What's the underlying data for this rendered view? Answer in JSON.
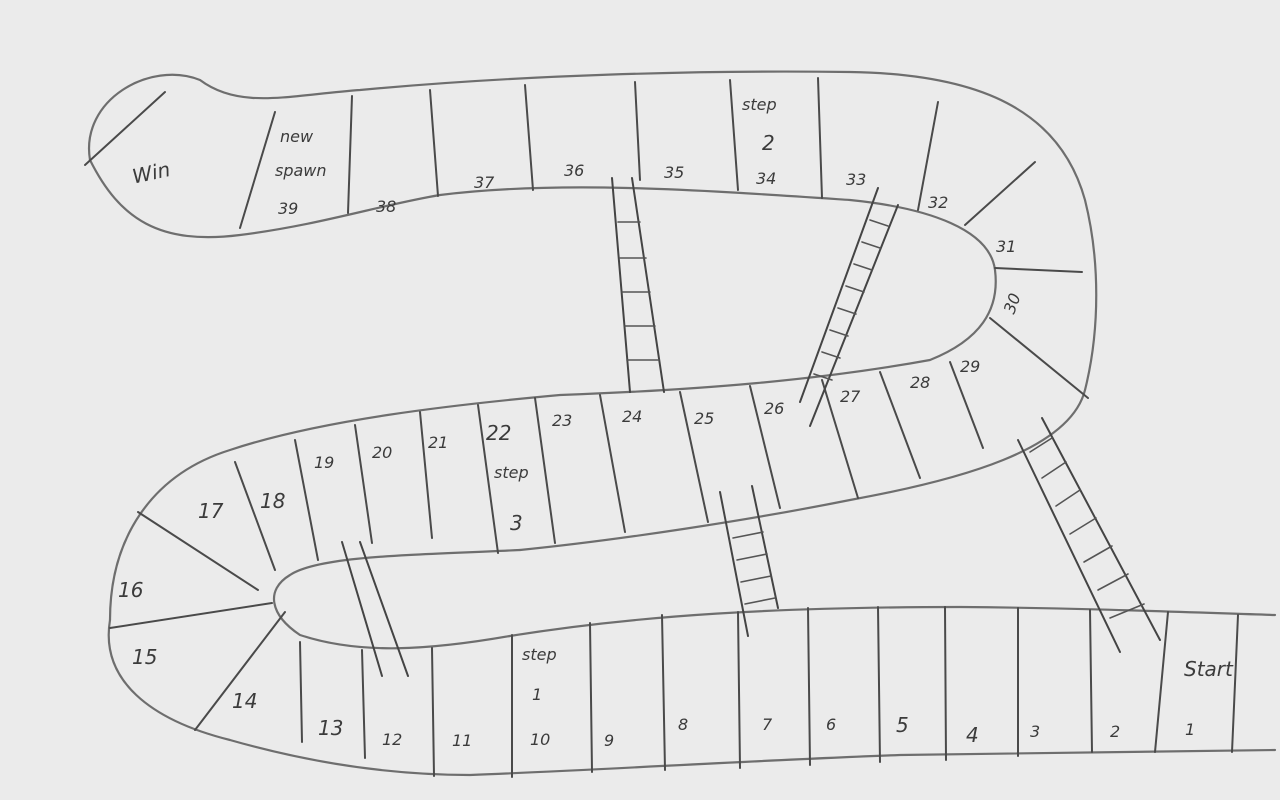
{
  "paper_color": "#e9e9e9",
  "ink_color": "#3b3b3b",
  "labels": {
    "start": "Start",
    "win": "Win",
    "step1_word": "step",
    "step1_num": "1",
    "step2_word": "step",
    "step2_num": "2",
    "step3_word": "step",
    "step3_num": "3",
    "new_word": "new",
    "spawn_word": "spawn"
  },
  "squares": {
    "s1": "1",
    "s2": "2",
    "s3": "3",
    "s4": "4",
    "s5": "5",
    "s6": "6",
    "s7": "7",
    "s8": "8",
    "s9": "9",
    "s10": "10",
    "s11": "11",
    "s12": "12",
    "s13": "13",
    "s14": "14",
    "s15": "15",
    "s16": "16",
    "s17": "17",
    "s18": "18",
    "s19": "19",
    "s20": "20",
    "s21": "21",
    "s22": "22",
    "s23": "23",
    "s24": "24",
    "s25": "25",
    "s26": "26",
    "s27": "27",
    "s28": "28",
    "s29": "29",
    "s30": "30",
    "s31": "31",
    "s32": "32",
    "s33": "33",
    "s34": "34",
    "s35": "35",
    "s36": "36",
    "s37": "37",
    "s38": "38",
    "s39": "39"
  },
  "ladders": [
    {
      "from": "2",
      "to": "29"
    },
    {
      "from": "7",
      "to": "25"
    },
    {
      "from": "12",
      "to": "19"
    },
    {
      "from": "24",
      "to": "36"
    },
    {
      "from": "26",
      "to": "33"
    }
  ]
}
